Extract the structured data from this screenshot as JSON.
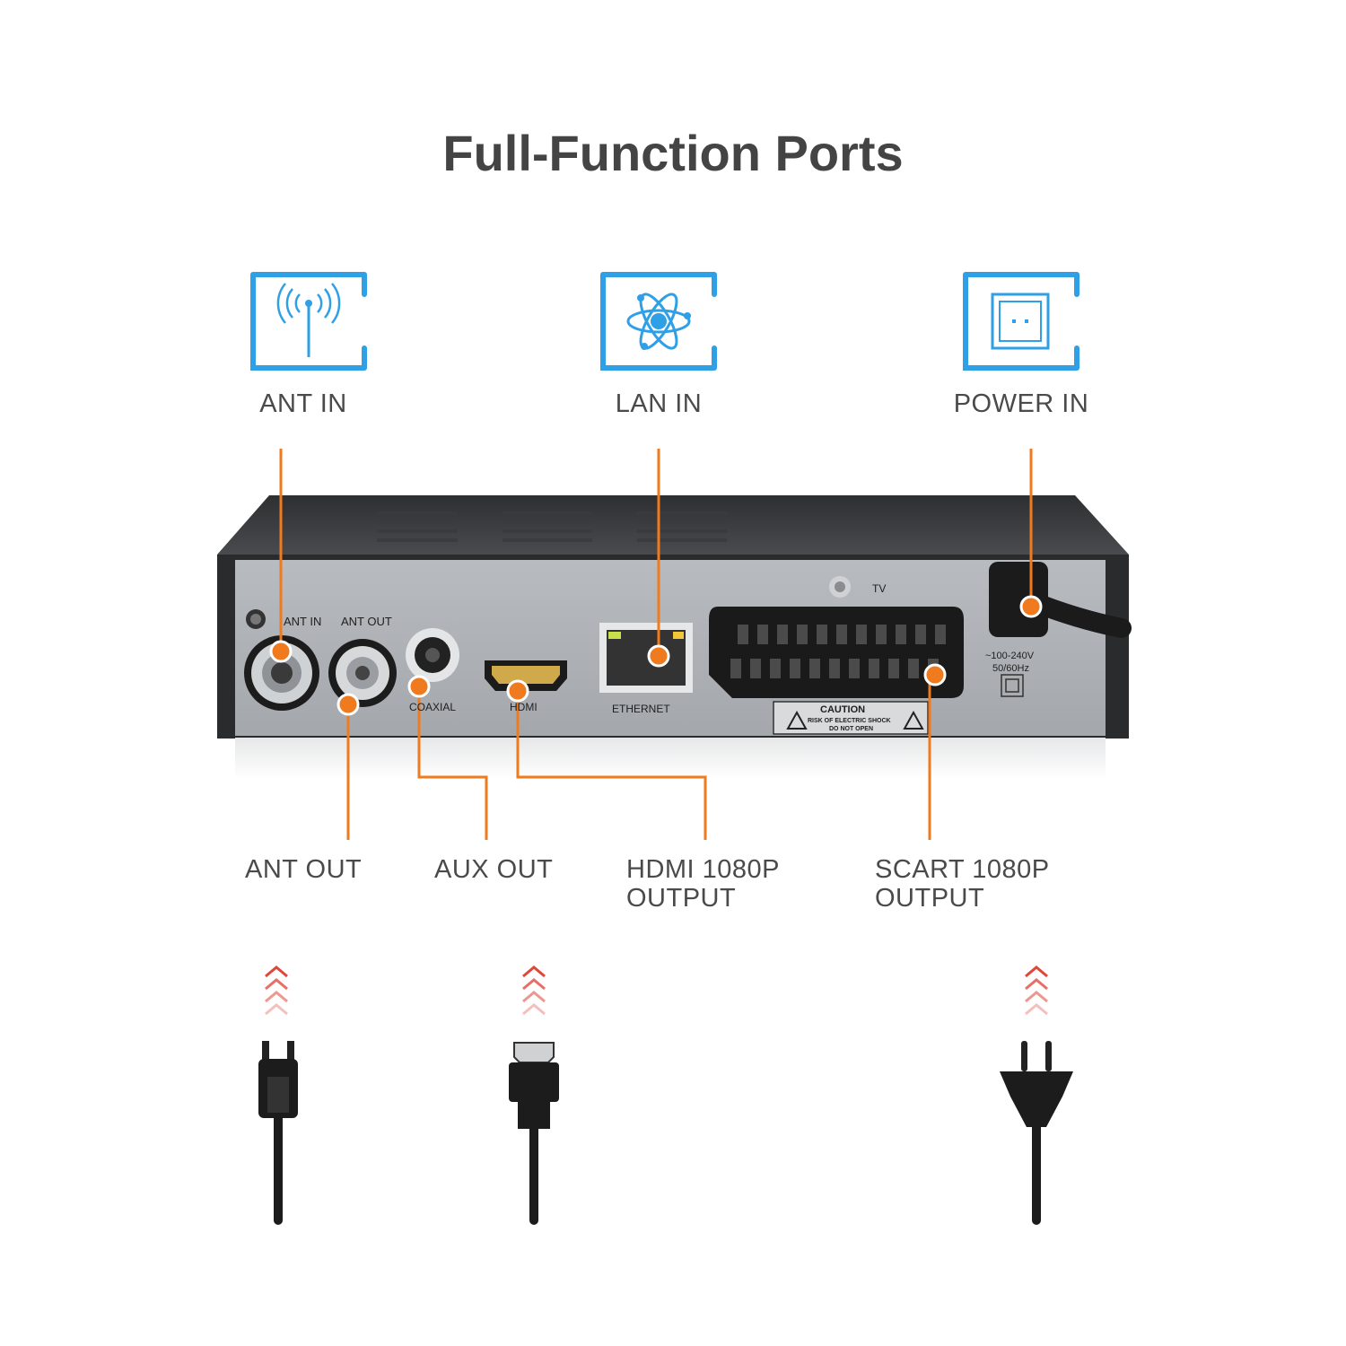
{
  "title": "Full-Function Ports",
  "top_ports": [
    {
      "label": "ANT IN",
      "icon": "antenna-icon"
    },
    {
      "label": "LAN IN",
      "icon": "atom-network-icon"
    },
    {
      "label": "POWER IN",
      "icon": "power-socket-icon"
    }
  ],
  "bottom_ports": [
    {
      "lines": [
        "ANT OUT"
      ]
    },
    {
      "lines": [
        "AUX OUT"
      ]
    },
    {
      "lines": [
        "HDMI 1080P",
        "OUTPUT"
      ]
    },
    {
      "lines": [
        "SCART 1080P",
        "OUTPUT"
      ]
    }
  ],
  "device_labels": {
    "ant_in": "ANT IN",
    "ant_out": "ANT OUT",
    "coaxial": "COAXIAL",
    "hdmi": "HDMI",
    "ethernet": "ETHERNET",
    "tv": "TV",
    "voltage": "~100-240V",
    "frequency": "50/60Hz",
    "caution": "CAUTION",
    "caution_line1": "RISK OF ELECTRIC SHOCK",
    "caution_line2": "DO NOT OPEN"
  },
  "colors": {
    "accent_blue": "#2f9fe6",
    "connector_orange": "#f07a1e",
    "text_gray": "#4a4a4a",
    "arrow_red": "#e0463a"
  },
  "cables": [
    "antenna-connector-icon",
    "hdmi-connector-icon",
    "eu-power-plug-icon"
  ]
}
